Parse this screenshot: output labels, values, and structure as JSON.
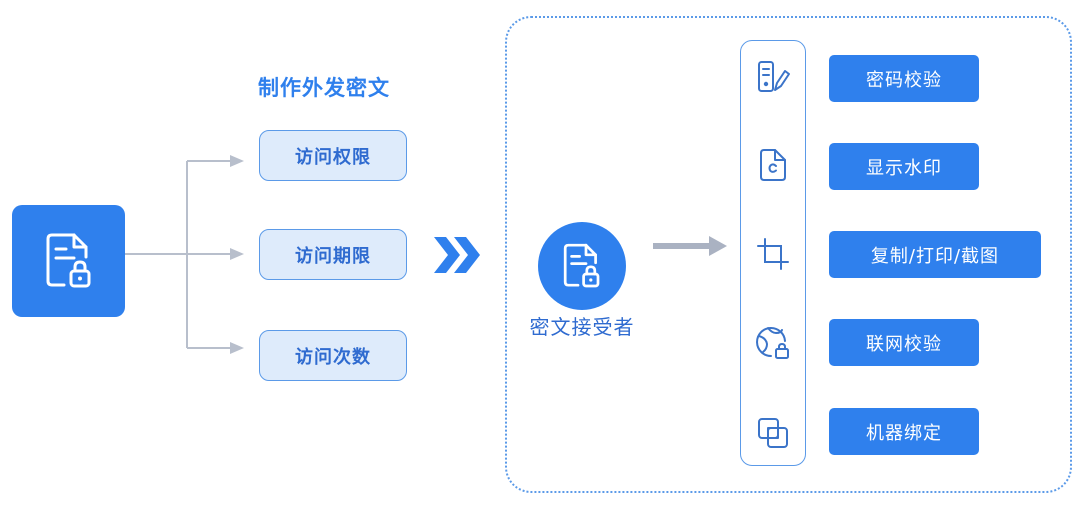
{
  "heading": "制作外发密文",
  "permissions": [
    "访问权限",
    "访问期限",
    "访问次数"
  ],
  "receiver": "密文接受者",
  "features": [
    {
      "label": "密码校验",
      "icon": "password-check-icon"
    },
    {
      "label": "显示水印",
      "icon": "watermark-icon"
    },
    {
      "label": "复制/打印/截图",
      "icon": "crop-icon"
    },
    {
      "label": "联网校验",
      "icon": "globe-lock-icon"
    },
    {
      "label": "机器绑定",
      "icon": "device-bind-icon"
    }
  ],
  "colors": {
    "primary": "#2f80ed",
    "light_fill": "#deebfb",
    "border": "#5b9ae8",
    "connector": "#b8bfcc",
    "arrow_gray": "#aab2c2"
  }
}
